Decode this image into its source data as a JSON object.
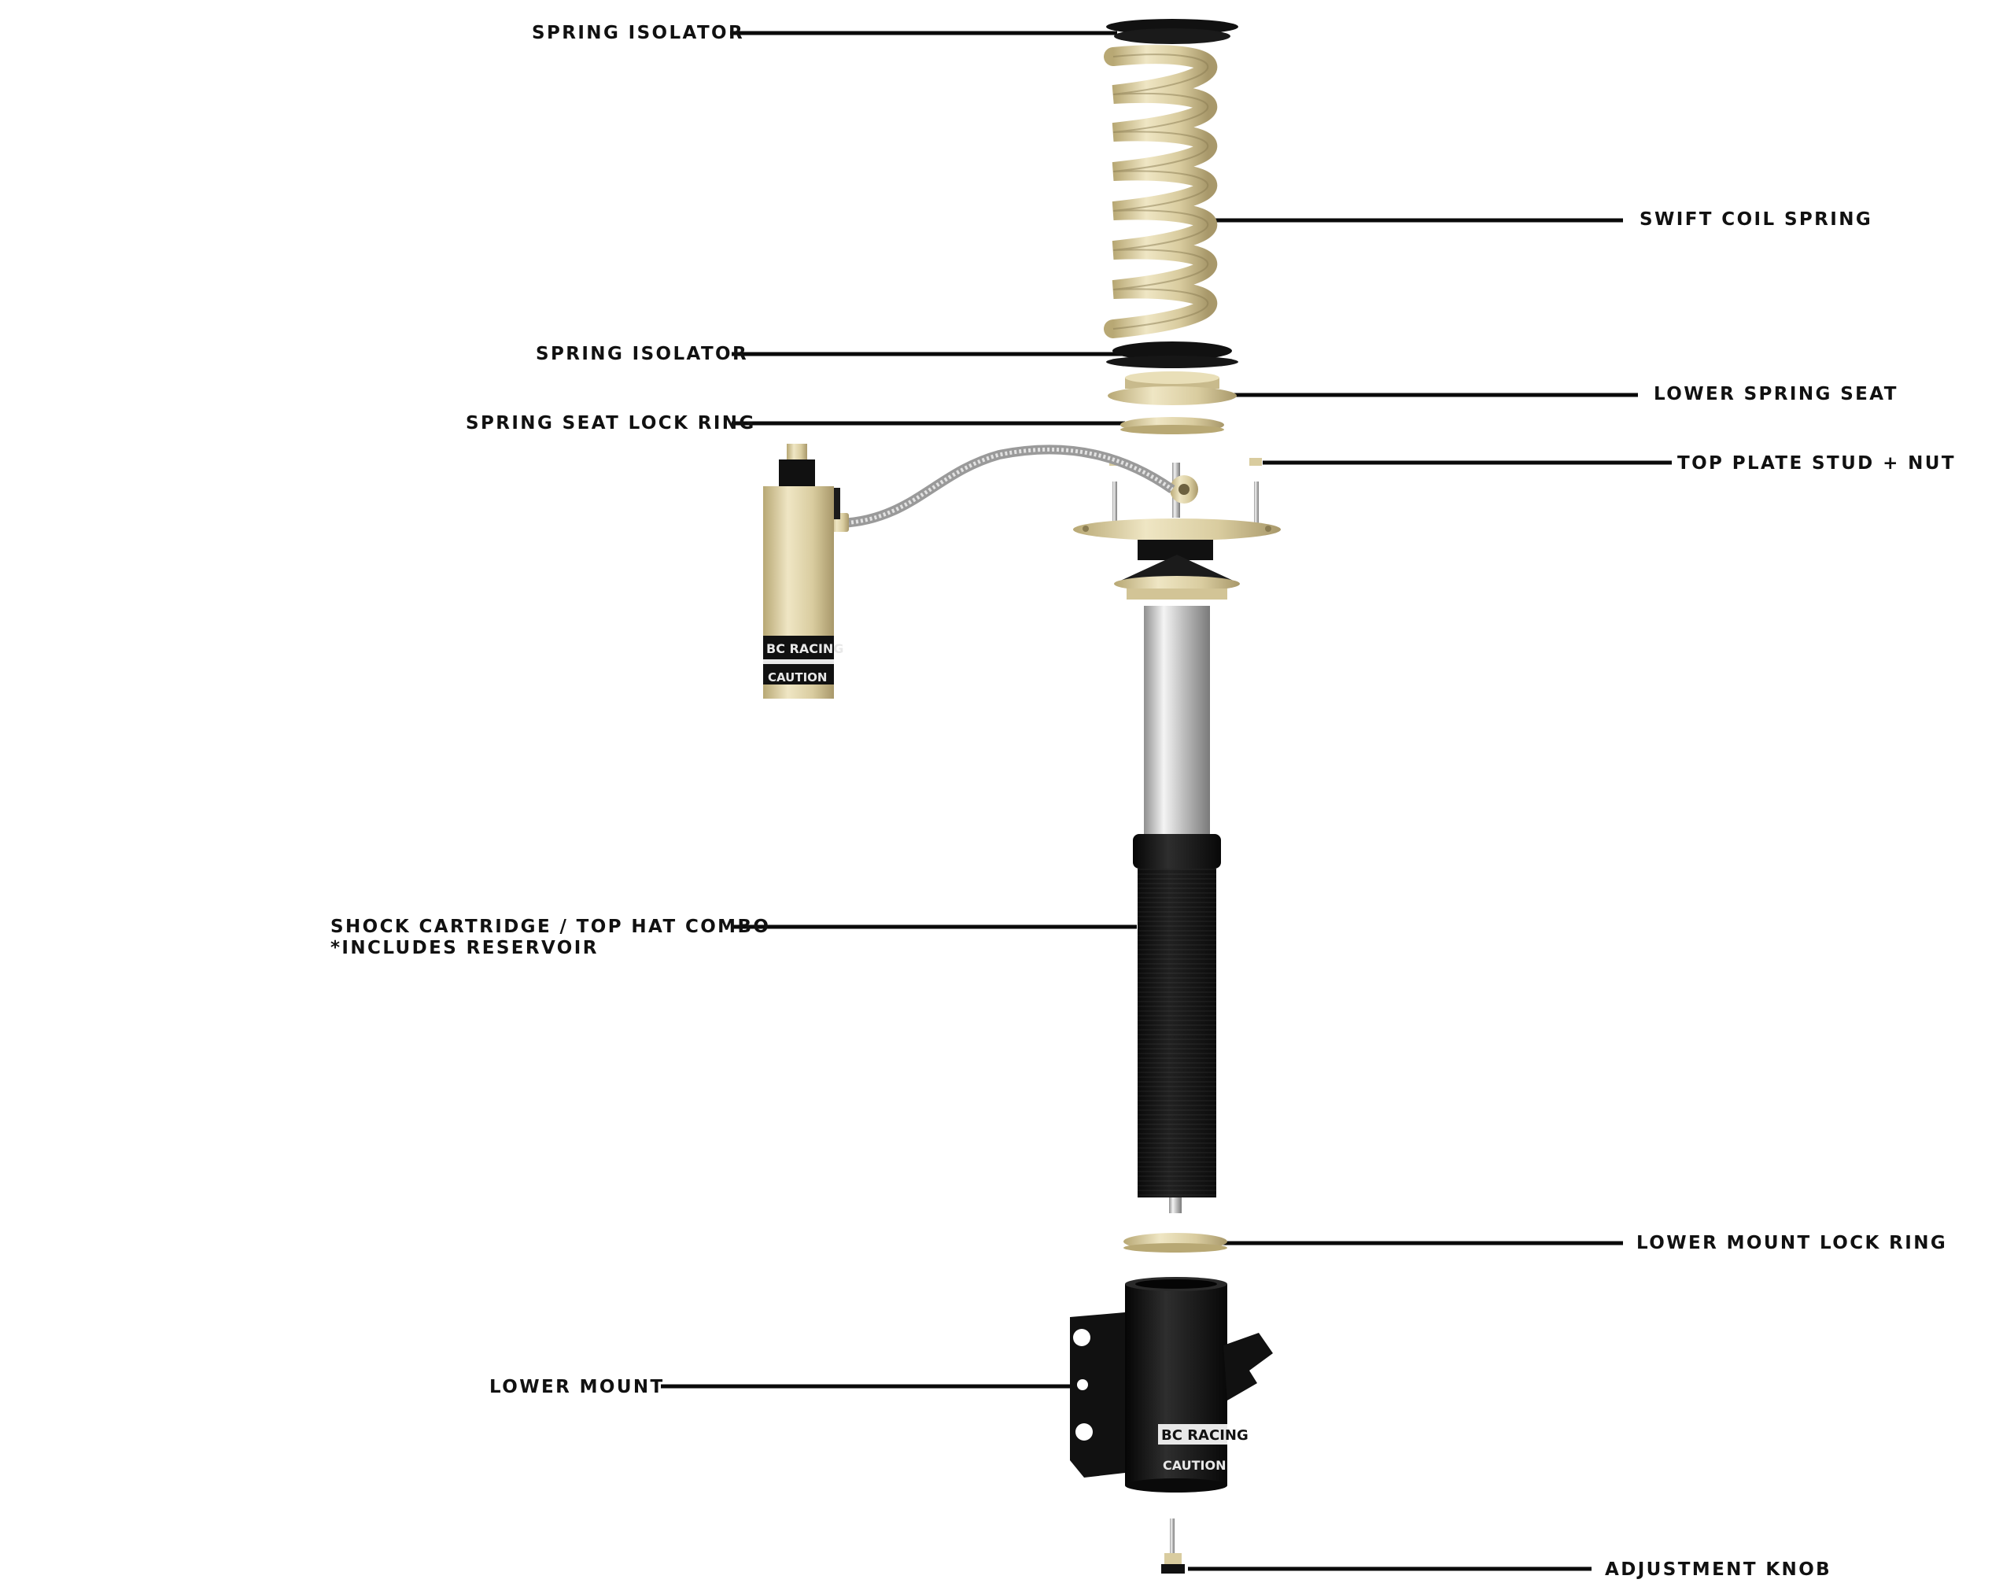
{
  "diagram": {
    "labels": {
      "spring_isolator_top": "SPRING ISOLATOR",
      "swift_coil_spring": "SWIFT COIL SPRING",
      "spring_isolator_bottom": "SPRING ISOLATOR",
      "lower_spring_seat": "LOWER SPRING SEAT",
      "spring_seat_lock_ring": "SPRING SEAT LOCK RING",
      "top_plate_stud_nut": "TOP PLATE STUD + NUT",
      "shock_cartridge_line1": "SHOCK CARTRIDGE / TOP HAT COMBO",
      "shock_cartridge_line2": "*INCLUDES RESERVOIR",
      "lower_mount_lock_ring": "LOWER MOUNT LOCK RING",
      "lower_mount": "LOWER MOUNT",
      "adjustment_knob": "ADJUSTMENT KNOB"
    },
    "product_marks": {
      "brand": "BC RACING",
      "caution": "CAUTION"
    },
    "colors": {
      "gold": "#D9CC9F",
      "gold_dark": "#B8A874",
      "black": "#141414",
      "chrome": "#C8C8C8",
      "leader": "#0a0a0a"
    }
  }
}
